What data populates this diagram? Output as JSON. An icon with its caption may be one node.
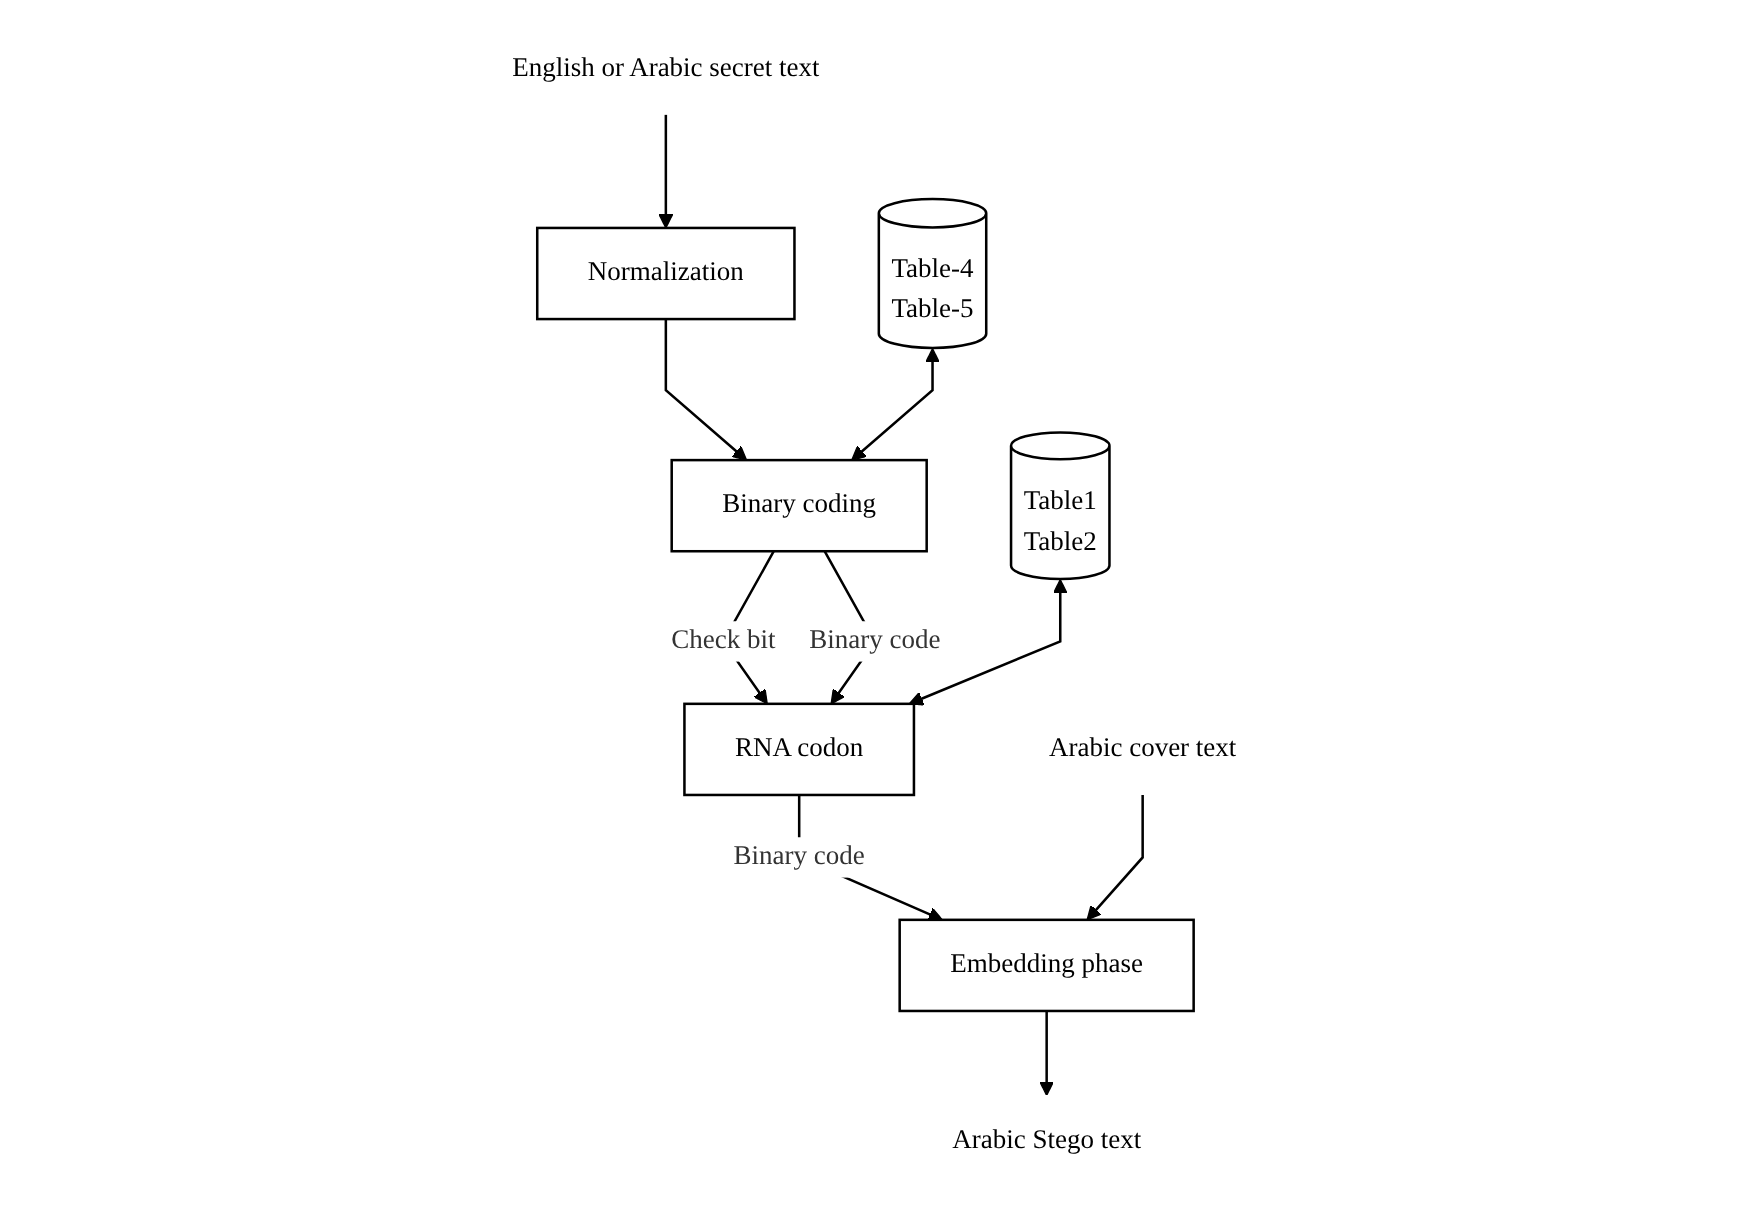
{
  "diagram": {
    "nodes": [
      {
        "text": [
          "English or Arabic secret text"
        ]
      },
      {
        "text": [
          "Normalization"
        ]
      },
      {
        "text": [
          "Table-4",
          "Table-5"
        ]
      },
      {
        "text": [
          "Binary coding"
        ]
      },
      {
        "text": [
          "Arabic cover text"
        ]
      },
      {
        "text": [
          "Table1",
          "Table2"
        ]
      },
      {
        "text": [
          "RNA codon"
        ]
      },
      {
        "text": [
          "Embedding phase"
        ]
      },
      {
        "text": [
          "Arabic Stego text"
        ]
      }
    ],
    "edges": [
      {
        "from": 0,
        "to": 1,
        "arrow": "to"
      },
      {
        "from": 1,
        "to": 3,
        "arrow": "to"
      },
      {
        "from": 2,
        "to": 3,
        "arrow": "both"
      },
      {
        "from": 3,
        "to": 6,
        "arrow": "to",
        "label": "Check bit"
      },
      {
        "from": 3,
        "to": 6,
        "arrow": "to",
        "label": "Binary code"
      },
      {
        "from": 5,
        "to": 6,
        "arrow": "both"
      },
      {
        "from": 6,
        "to": 7,
        "arrow": "to",
        "label": "Binary code"
      },
      {
        "from": 4,
        "to": 7,
        "arrow": "to"
      },
      {
        "from": 7,
        "to": 8,
        "arrow": "to"
      }
    ]
  }
}
